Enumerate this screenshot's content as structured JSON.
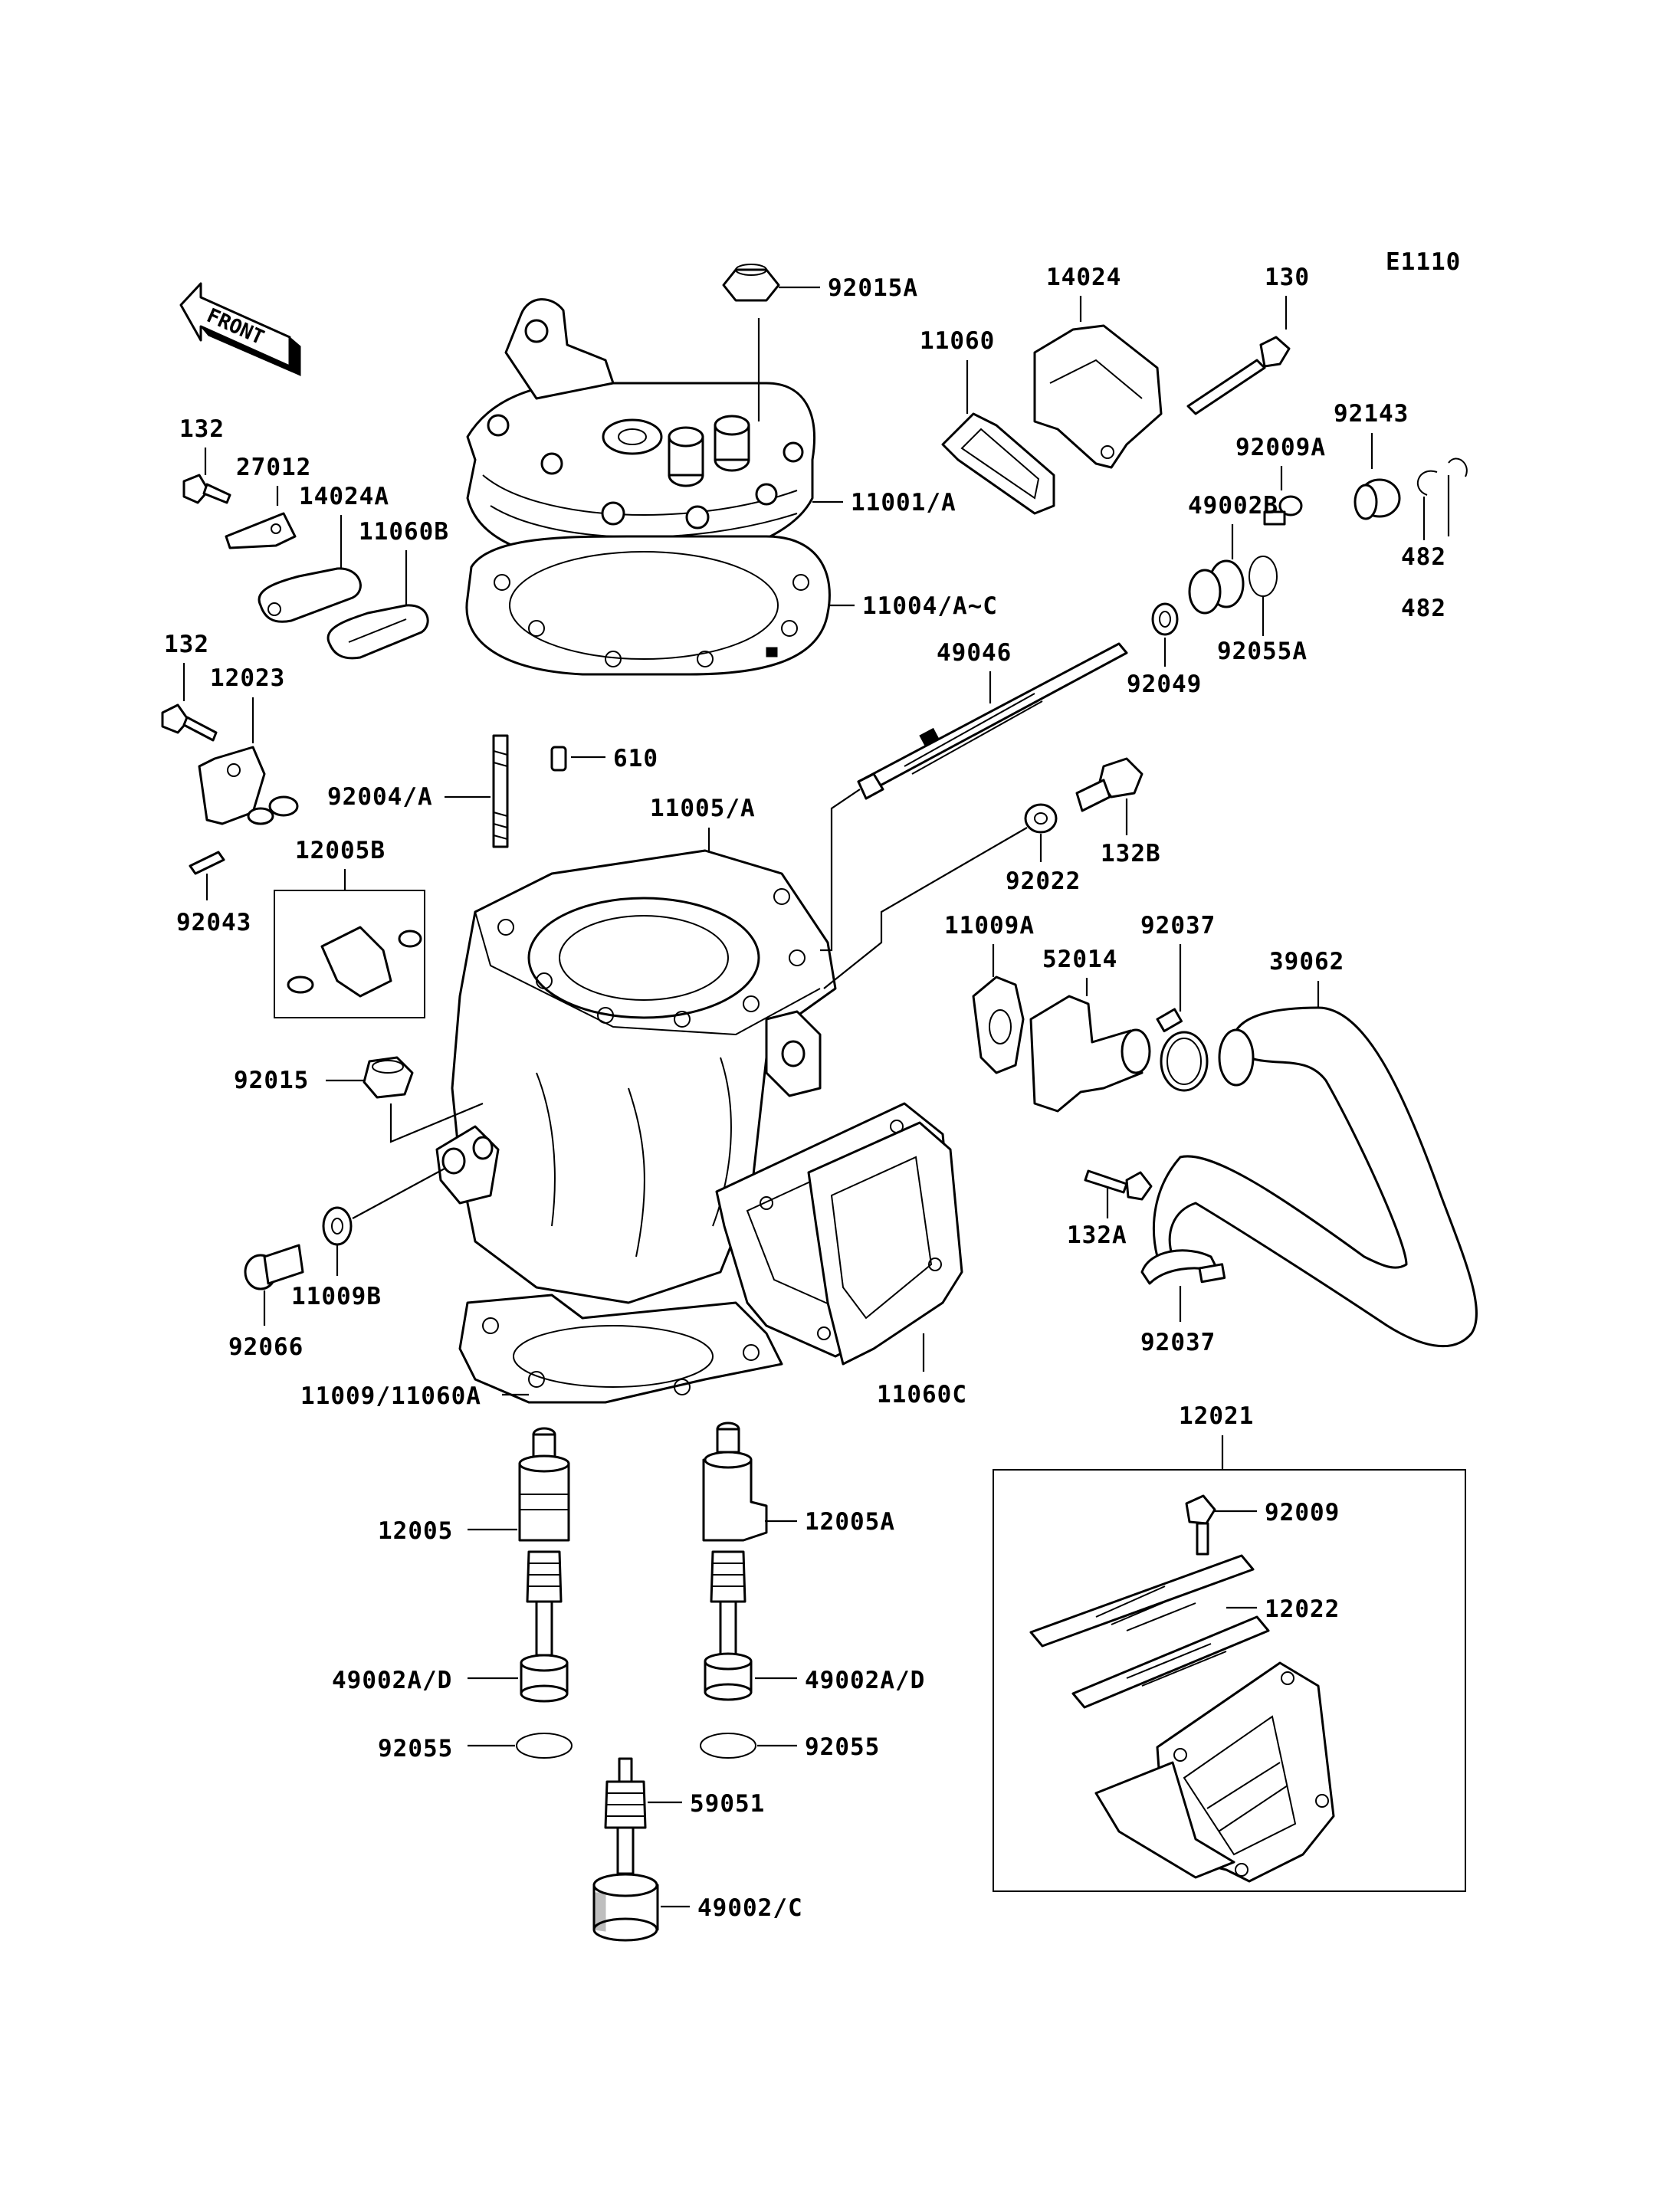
{
  "diagram_code": "E1110",
  "front_label": "FRONT",
  "labels": {
    "p92015A": "92015A",
    "p14024": "14024",
    "p130": "130",
    "p11060": "11060",
    "p92143": "92143",
    "p92009A": "92009A",
    "p132_top": "132",
    "p27012": "27012",
    "p14024A": "14024A",
    "p11060B": "11060B",
    "p11001A": "11001/A",
    "p49002B": "49002B",
    "p482_a": "482",
    "p482_b": "482",
    "p11004": "11004/A~C",
    "p92055A": "92055A",
    "p49046": "49046",
    "p92049": "92049",
    "p132_mid": "132",
    "p12023": "12023",
    "p610": "610",
    "p92004A": "92004/A",
    "p11005A": "11005/A",
    "p12005B": "12005B",
    "p132B": "132B",
    "p92022": "92022",
    "p92043": "92043",
    "p11009A": "11009A",
    "p52014": "52014",
    "p92037_top": "92037",
    "p39062": "39062",
    "p92015": "92015",
    "p132A": "132A",
    "p92066": "92066",
    "p11009B": "11009B",
    "p92037_bot": "92037",
    "p11009_11060A": "11009/11060A",
    "p11060C": "11060C",
    "p12021": "12021",
    "p12005": "12005",
    "p12005A": "12005A",
    "p92009": "92009",
    "p12022": "12022",
    "p49002AD_l": "49002A/D",
    "p49002AD_r": "49002A/D",
    "p92055_l": "92055",
    "p92055_r": "92055",
    "p59051": "59051",
    "p49002C": "49002/C"
  }
}
